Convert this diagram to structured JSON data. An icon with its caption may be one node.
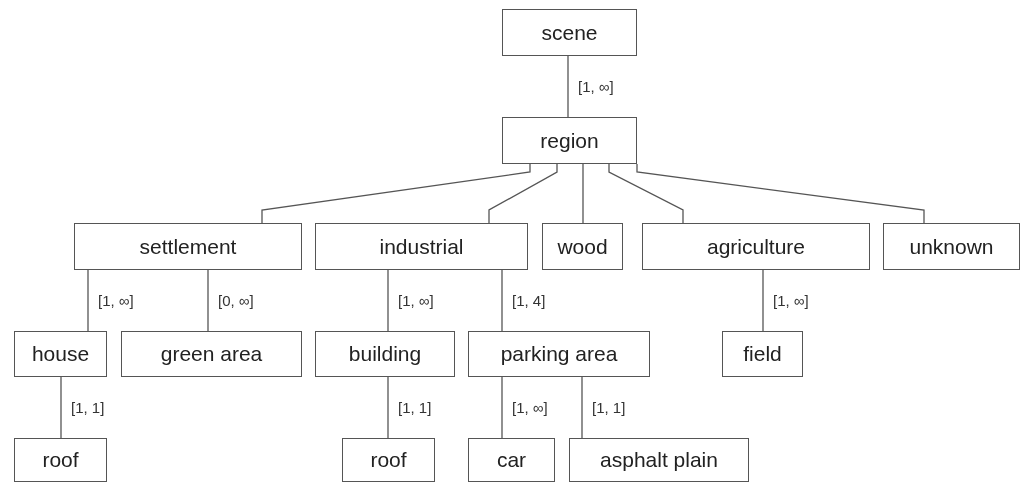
{
  "diagram": {
    "nodes": [
      {
        "text": [
          "scene"
        ]
      },
      {
        "text": [
          "region"
        ]
      },
      {
        "text": [
          "settlement"
        ]
      },
      {
        "text": [
          "industrial"
        ]
      },
      {
        "text": [
          "wood"
        ]
      },
      {
        "text": [
          "agriculture"
        ]
      },
      {
        "text": [
          "unknown"
        ]
      },
      {
        "text": [
          "house"
        ]
      },
      {
        "text": [
          "green area"
        ]
      },
      {
        "text": [
          "building"
        ]
      },
      {
        "text": [
          "parking area"
        ]
      },
      {
        "text": [
          "field"
        ]
      },
      {
        "text": [
          "roof"
        ]
      },
      {
        "text": [
          "roof"
        ]
      },
      {
        "text": [
          "car"
        ]
      },
      {
        "text": [
          "asphalt plain"
        ]
      }
    ],
    "edges": [
      {
        "from": 0,
        "to": 1,
        "arrow": "none",
        "label": "[1, ∞]"
      },
      {
        "from": 1,
        "to": 2,
        "arrow": "none"
      },
      {
        "from": 1,
        "to": 3,
        "arrow": "none"
      },
      {
        "from": 1,
        "to": 4,
        "arrow": "none"
      },
      {
        "from": 1,
        "to": 5,
        "arrow": "none"
      },
      {
        "from": 1,
        "to": 6,
        "arrow": "none"
      },
      {
        "from": 2,
        "to": 7,
        "arrow": "none",
        "label": "[1, ∞]"
      },
      {
        "from": 2,
        "to": 8,
        "arrow": "none",
        "label": "[0, ∞]"
      },
      {
        "from": 3,
        "to": 9,
        "arrow": "none",
        "label": "[1, ∞]"
      },
      {
        "from": 3,
        "to": 10,
        "arrow": "none",
        "label": "[1, 4]"
      },
      {
        "from": 5,
        "to": 11,
        "arrow": "none",
        "label": "[1, ∞]"
      },
      {
        "from": 7,
        "to": 12,
        "arrow": "none",
        "label": "[1, 1]"
      },
      {
        "from": 9,
        "to": 13,
        "arrow": "none",
        "label": "[1, 1]"
      },
      {
        "from": 10,
        "to": 14,
        "arrow": "none",
        "label": "[1, ∞]"
      },
      {
        "from": 10,
        "to": 15,
        "arrow": "none",
        "label": "[1, 1]"
      }
    ]
  }
}
